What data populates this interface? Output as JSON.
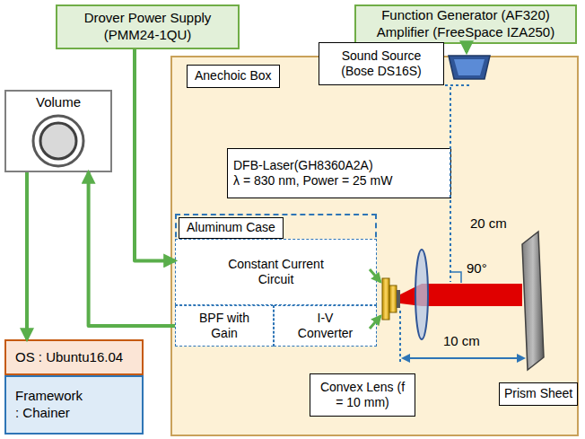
{
  "diagram": {
    "nodes": [
      {
        "text": [
          "Drover Power Supply (PMM24-1QU)"
        ]
      },
      {
        "text": [
          "Function Generator (AF320) Amplifier (FreeSpace IZA250)"
        ]
      },
      {
        "text": [
          "Anechoic Box"
        ]
      },
      {
        "text": [
          "Sound Source (Bose DS16S)"
        ],
        "in": 2
      },
      {
        "text": [
          "DFB-Laser(GH8360A2A)",
          "λ = 830 nm, Power = 25 mW"
        ],
        "in": 2
      },
      {
        "text": [
          "Aluminum Case"
        ],
        "in": 2
      },
      {
        "text": [
          "Constant Current Circuit"
        ],
        "in": 5
      },
      {
        "text": [
          "BPF with Gain"
        ],
        "in": 5
      },
      {
        "text": [
          "I-V Converter"
        ],
        "in": 5
      },
      {
        "text": [
          "Convex Lens (f = 10 mm)"
        ],
        "in": 2
      },
      {
        "text": [
          "Prism Sheet"
        ],
        "in": 2
      },
      {
        "text": [
          "Volume"
        ]
      },
      {
        "text": [
          "OS : Ubuntu16.04"
        ]
      },
      {
        "text": [
          "Framework : Chainer"
        ]
      }
    ],
    "edges": [
      {
        "from": 0,
        "to": 6,
        "arrow": "to"
      },
      {
        "from": 7,
        "to": 11,
        "arrow": "to"
      },
      {
        "from": 11,
        "to": 12,
        "arrow": "to"
      }
    ],
    "labels": [
      "20 cm",
      "90°",
      "10 cm"
    ]
  }
}
